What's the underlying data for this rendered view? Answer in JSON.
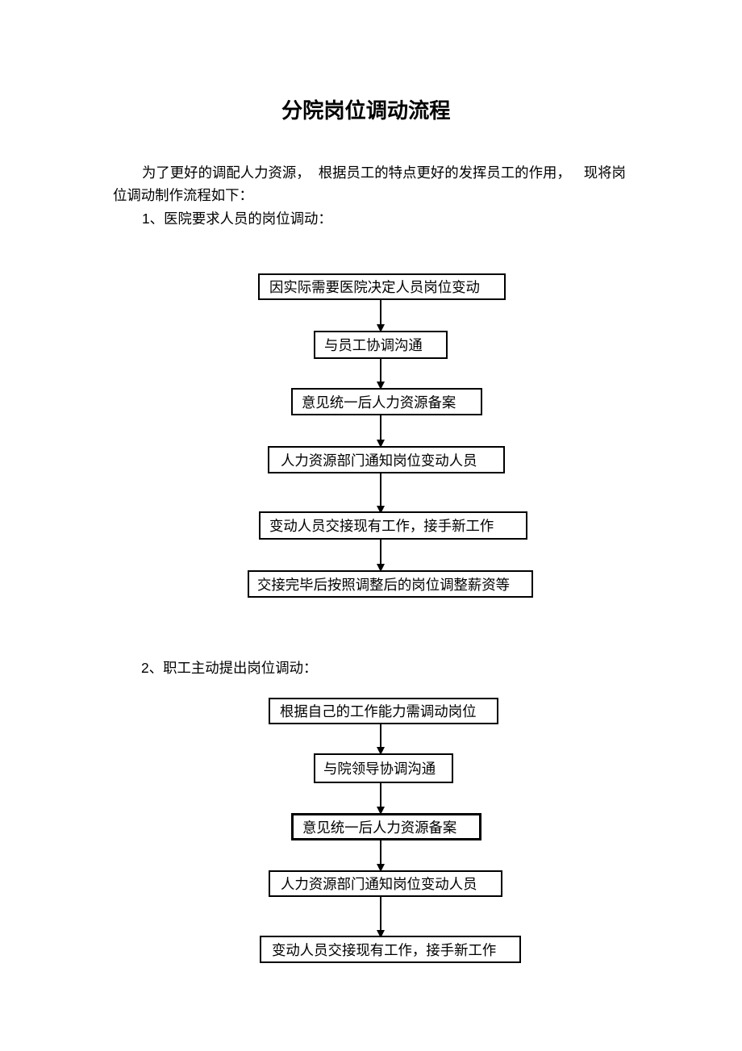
{
  "document": {
    "title": "分院岗位调动流程",
    "intro": {
      "line1_segments": [
        "为了更好的调配人力资源，",
        "根据员工的特点更好的发挥员工的作用，",
        "现将岗"
      ],
      "line2": "位调动制作流程如下："
    },
    "section1": {
      "heading": "1、医院要求人员的岗位调动：",
      "flowchart_steps": [
        "因实际需要医院决定人员岗位变动",
        "与员工协调沟通",
        "意见统一后人力资源备案",
        "人力资源部门通知岗位变动人员",
        "变动人员交接现有工作，接手新工作",
        "交接完毕后按照调整后的岗位调整薪资等"
      ]
    },
    "section2": {
      "heading": "2、职工主动提出岗位调动：",
      "flowchart_steps": [
        "根据自己的工作能力需调动岗位",
        "与院领导协调沟通",
        "意见统一后人力资源备案",
        "人力资源部门通知岗位变动人员",
        "变动人员交接现有工作，接手新工作"
      ]
    }
  }
}
